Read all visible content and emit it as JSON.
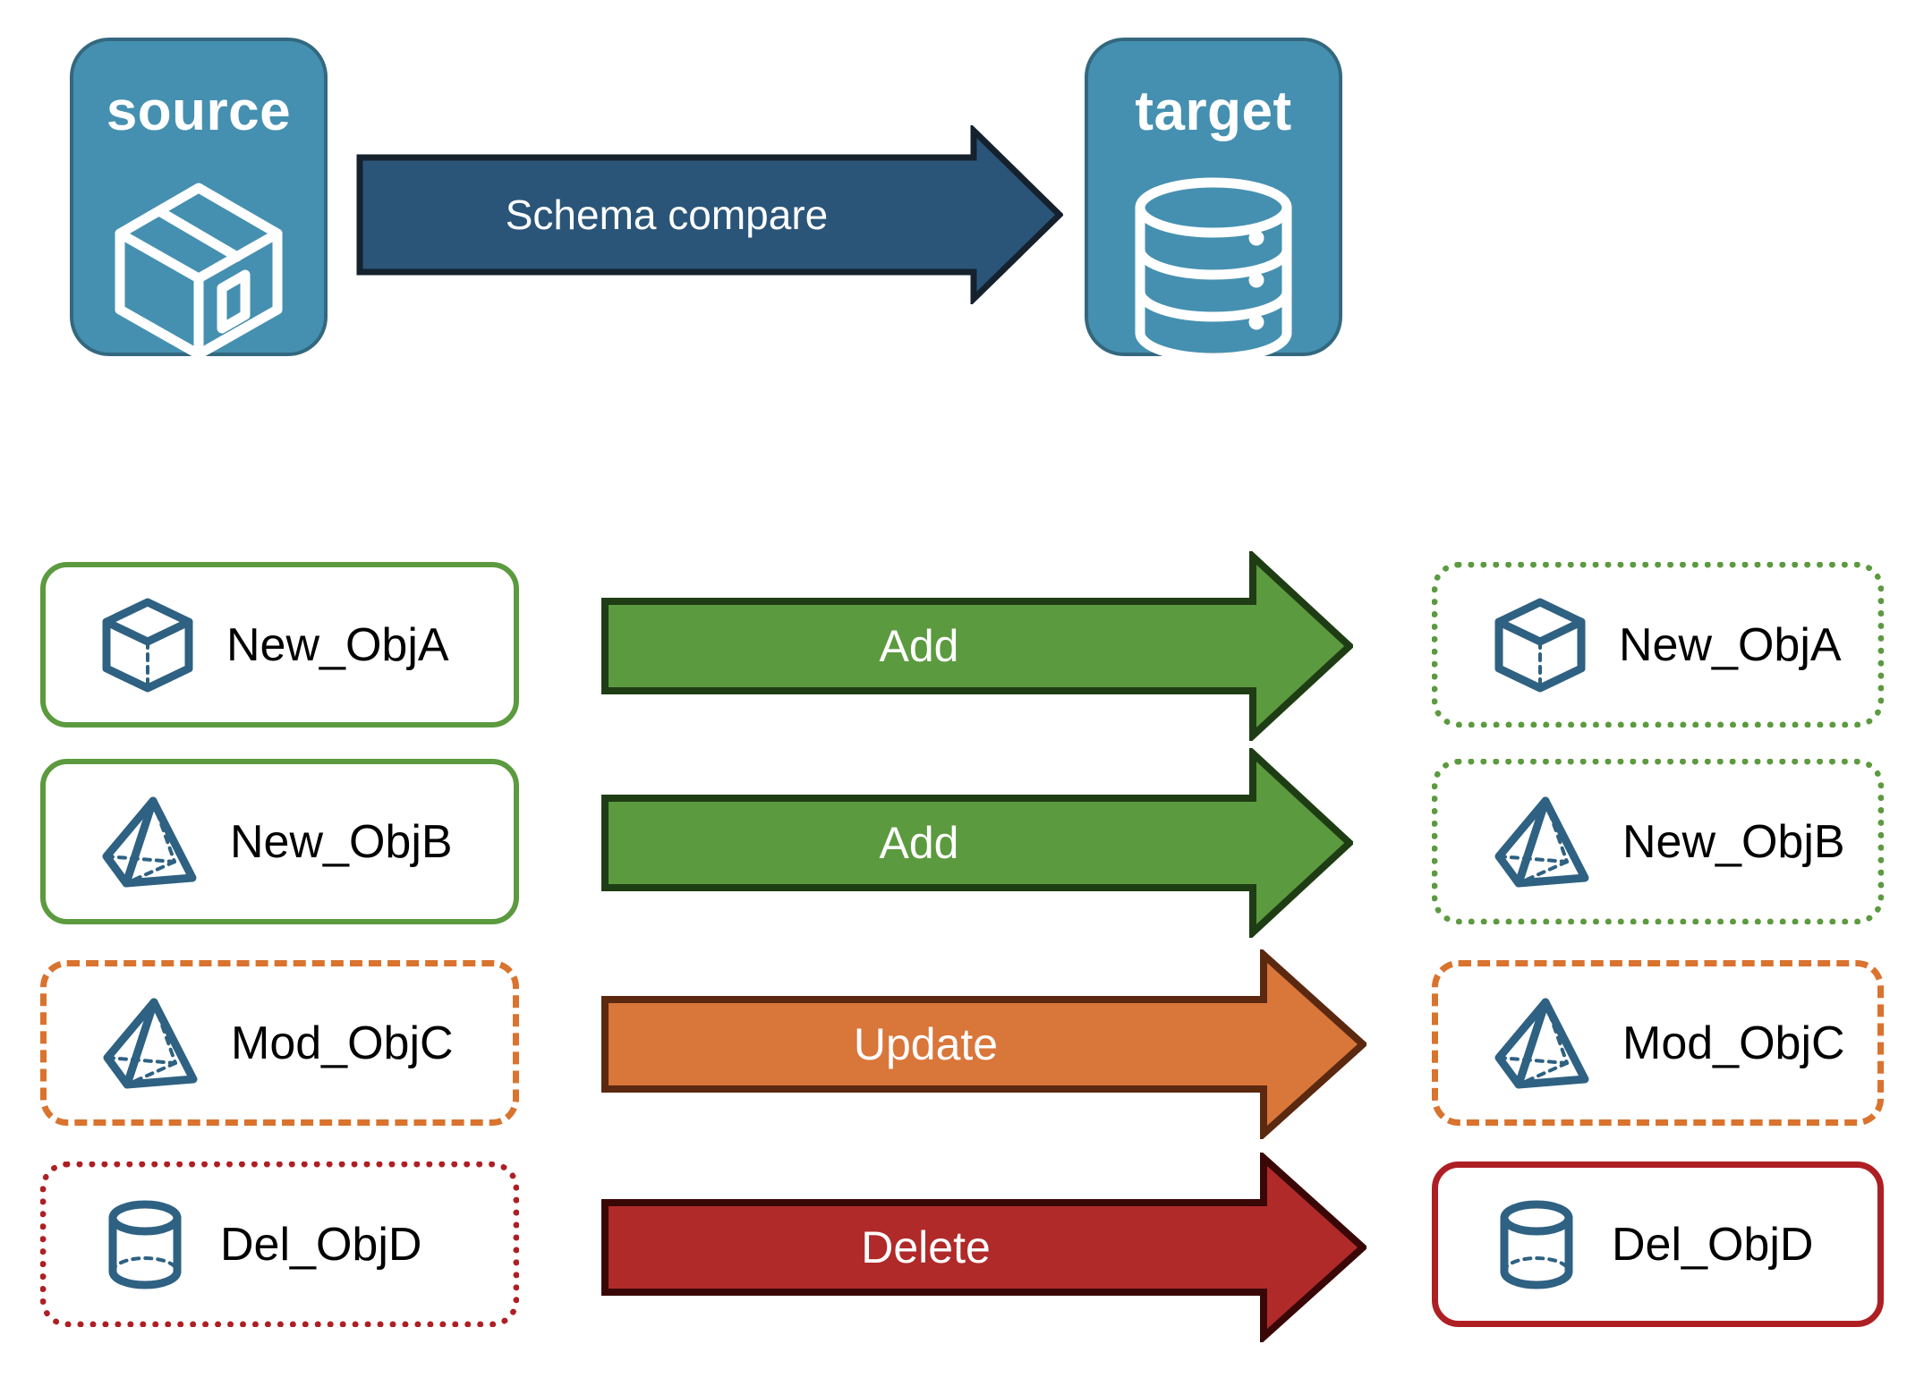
{
  "diagram": {
    "title": "Schema compare source to target",
    "colors": {
      "endpoint_fill": "#4590B0",
      "endpoint_border": "#33687F",
      "icon_blue": "#2E6182",
      "compare_arrow_fill": "#2A5579",
      "compare_arrow_border": "#16212E",
      "add_fill": "#5C9A3F",
      "add_border": "#1F3D14",
      "update_fill": "#D9763A",
      "update_border": "#5B2810",
      "delete_fill": "#B02A2A",
      "delete_border": "#3A0707",
      "green_outline": "#5C9A3F",
      "orange_outline": "#D9732E",
      "red_outline": "#AE1F24",
      "label_text": "#000000",
      "arrow_text": "#FFFFFF"
    },
    "endpoints": {
      "source": {
        "label": "source",
        "icon": "package-box-3d-icon"
      },
      "target": {
        "label": "target",
        "icon": "database-cylinder-icon"
      }
    },
    "compare_arrow": {
      "label": "Schema compare",
      "direction": "right"
    },
    "rows": [
      {
        "action": "Add",
        "action_color": "#5C9A3F",
        "source": {
          "label": "New_ObjA",
          "icon": "cube-wireframe-icon",
          "border_style": "solid",
          "border_color": "#5C9A3F"
        },
        "target": {
          "label": "New_ObjA",
          "icon": "cube-wireframe-icon",
          "border_style": "dotted",
          "border_color": "#5C9A3F"
        }
      },
      {
        "action": "Add",
        "action_color": "#5C9A3F",
        "source": {
          "label": "New_ObjB",
          "icon": "pyramid-wireframe-icon",
          "border_style": "solid",
          "border_color": "#5C9A3F"
        },
        "target": {
          "label": "New_ObjB",
          "icon": "pyramid-wireframe-icon",
          "border_style": "dotted",
          "border_color": "#5C9A3F"
        }
      },
      {
        "action": "Update",
        "action_color": "#D9763A",
        "source": {
          "label": "Mod_ObjC",
          "icon": "pyramid-wireframe-icon",
          "border_style": "dashed",
          "border_color": "#D9732E"
        },
        "target": {
          "label": "Mod_ObjC",
          "icon": "pyramid-wireframe-icon",
          "border_style": "dashed",
          "border_color": "#D9732E"
        }
      },
      {
        "action": "Delete",
        "action_color": "#B02A2A",
        "source": {
          "label": "Del_ObjD",
          "icon": "cylinder-wireframe-icon",
          "border_style": "dotted",
          "border_color": "#AE1F24"
        },
        "target": {
          "label": "Del_ObjD",
          "icon": "cylinder-wireframe-icon",
          "border_style": "solid",
          "border_color": "#AE1F24"
        }
      }
    ]
  }
}
